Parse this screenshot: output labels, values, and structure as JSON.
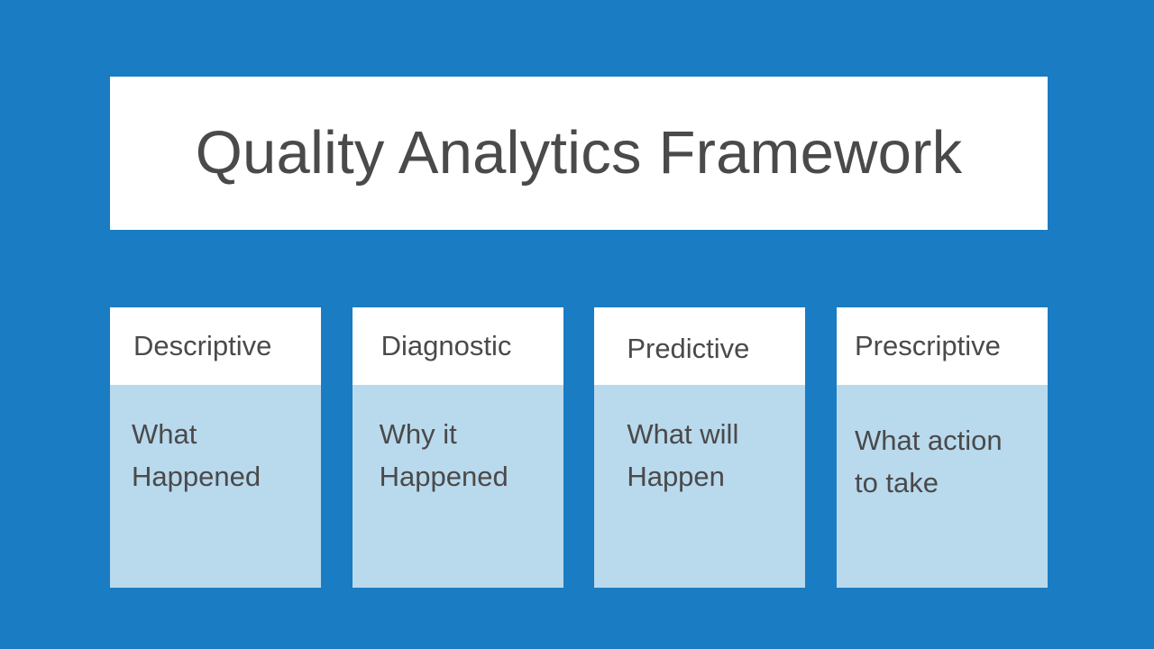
{
  "slide": {
    "background_color": "#1a7cc3",
    "accent_light_color": "#b9d9ed",
    "panel_color": "#ffffff",
    "text_color": "#4a4a4a",
    "title": "Quality Analytics Framework"
  },
  "cards": [
    {
      "header": "Descriptive",
      "body": "What\nHappened"
    },
    {
      "header": "Diagnostic",
      "body": "Why it\nHappened"
    },
    {
      "header": "Predictive",
      "body": "What will\nHappen"
    },
    {
      "header": "Prescriptive",
      "body": "What action\nto take"
    }
  ]
}
